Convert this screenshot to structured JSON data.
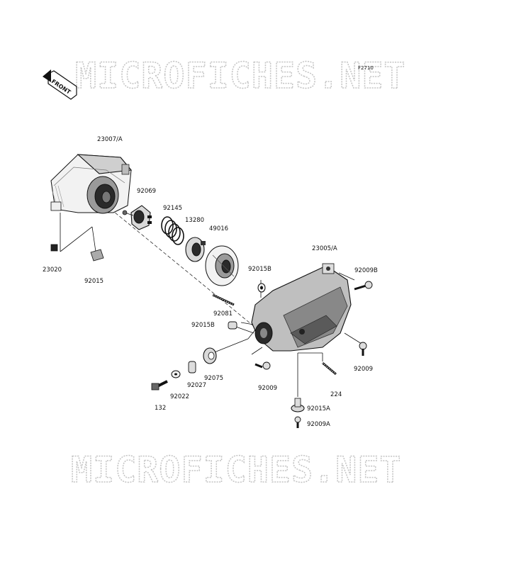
{
  "watermark": "MICROFICHES.NET",
  "figure_code": "F2710",
  "front_marker": "FRONT",
  "parts": {
    "p23007A": "23007/A",
    "p92069": "92069",
    "p92145": "92145",
    "p13280": "13280",
    "p49016": "49016",
    "p23020": "23020",
    "p92015": "92015",
    "p23005A": "23005/A",
    "p92009B": "92009B",
    "p92015B_top": "92015B",
    "p92081": "92081",
    "p92015B_mid": "92015B",
    "p92009_right": "92009",
    "p92075": "92075",
    "p92027": "92027",
    "p92022": "92022",
    "p132": "132",
    "p92009_bottom": "92009",
    "p224": "224",
    "p92015A": "92015A",
    "p92009A": "92009A"
  }
}
